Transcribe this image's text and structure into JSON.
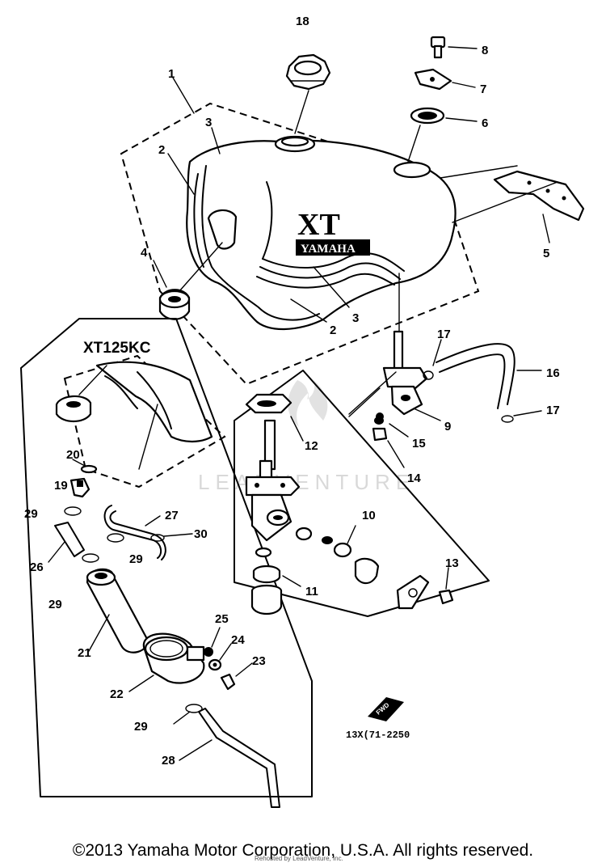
{
  "copyright": "©2013 Yamaha Motor Corporation, U.S.A. All rights reserved.",
  "watermark": "LEADVENTURE",
  "rehosted_note": "Rehosted by LeadVenture, Inc.",
  "inset_title": "XT125KC",
  "part_code": "13X(71-2250",
  "fwd_label": "FWD",
  "tank_logo": {
    "model": "XT",
    "brand": "YAMAHA"
  },
  "callouts": {
    "c1": "1",
    "c2a": "2",
    "c2b": "2",
    "c3a": "3",
    "c3b": "3",
    "c4": "4",
    "c5": "5",
    "c6": "6",
    "c7": "7",
    "c8": "8",
    "c9": "9",
    "c10": "10",
    "c11": "11",
    "c12": "12",
    "c13": "13",
    "c14": "14",
    "c15": "15",
    "c16": "16",
    "c17a": "17",
    "c17b": "17",
    "c18": "18",
    "c19": "19",
    "c20": "20",
    "c21": "21",
    "c22": "22",
    "c23": "23",
    "c24": "24",
    "c25": "25",
    "c26": "26",
    "c27": "27",
    "c28": "28",
    "c29a": "29",
    "c29b": "29",
    "c29c": "29",
    "c29d": "29",
    "c30": "30"
  }
}
